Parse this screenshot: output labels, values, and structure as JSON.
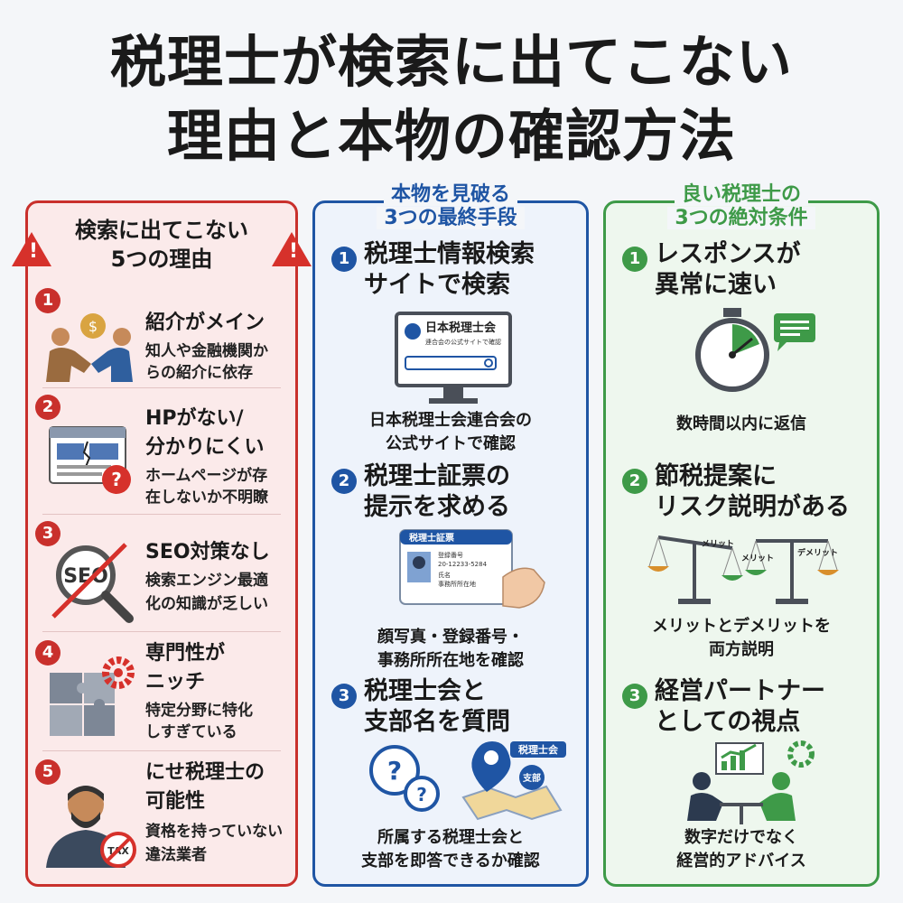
{
  "title": {
    "line1": "税理士が検索に出てこない",
    "line2": "理由と本物の確認方法"
  },
  "left": {
    "heading_line1": "検索に出てこない",
    "heading_line2": "5つの理由",
    "items": [
      {
        "num": "1",
        "title_line1": "紹介がメイン",
        "title_line2": "",
        "desc_line1": "知人や金融機関か",
        "desc_line2": "らの紹介に依存",
        "icon": "handshake-icon"
      },
      {
        "num": "2",
        "title_line1": "HPがない/",
        "title_line2": "分かりにくい",
        "desc_line1": "ホームページが存",
        "desc_line2": "在しないか不明瞭",
        "icon": "broken-website-icon"
      },
      {
        "num": "3",
        "title_line1": "SEO対策なし",
        "title_line2": "",
        "desc_line1": "検索エンジン最適",
        "desc_line2": "化の知識が乏しい",
        "icon": "seo-magnifier-icon",
        "icon_text": "SEO"
      },
      {
        "num": "4",
        "title_line1": "専門性が",
        "title_line2": "ニッチ",
        "desc_line1": "特定分野に特化",
        "desc_line2": "しすぎている",
        "icon": "puzzle-gear-icon"
      },
      {
        "num": "5",
        "title_line1": "にせ税理士の",
        "title_line2": "可能性",
        "desc_line1": "資格を持っていない",
        "desc_line2": "違法業者",
        "icon": "fake-advisor-icon",
        "icon_text": "TAX"
      }
    ]
  },
  "middle": {
    "heading_line1": "本物を見破る",
    "heading_line2": "3つの最終手段",
    "steps": [
      {
        "num": "1",
        "title_line1": "税理士情報検索",
        "title_line2": "サイトで検索",
        "caption_line1": "日本税理士会連合会の",
        "caption_line2": "公式サイトで確認"
      },
      {
        "num": "2",
        "title_line1": "税理士証票の",
        "title_line2": "提示を求める",
        "caption_line1": "顔写真・登録番号・",
        "caption_line2": "事務所所在地を確認"
      },
      {
        "num": "3",
        "title_line1": "税理士会と",
        "title_line2": "支部名を質問",
        "caption_line1": "所属する税理士会と",
        "caption_line2": "支部を即答できるか確認"
      }
    ],
    "site_name": "日本税理士会",
    "site_sub": "連合会の公式サイトで確認",
    "card_header": "税理士証票",
    "card_line1": "登録番号",
    "card_line2": "20-12233-5284",
    "card_line3": "氏名",
    "card_line4": "事務所所在地",
    "map_tag": "税理士会",
    "map_pin_label": "支部"
  },
  "right": {
    "heading_line1": "良い税理士の",
    "heading_line2": "3つの絶対条件",
    "steps": [
      {
        "num": "1",
        "title_line1": "レスポンスが",
        "title_line2": "異常に速い",
        "caption_line1": "数時間以内に返信",
        "caption_line2": ""
      },
      {
        "num": "2",
        "title_line1": "節税提案に",
        "title_line2": "リスク説明がある",
        "caption_line1": "メリットとデメリットを",
        "caption_line2": "両方説明"
      },
      {
        "num": "3",
        "title_line1": "経営パートナー",
        "title_line2": "としての視点",
        "caption_line1": "数字だけでなく",
        "caption_line2": "経営的アドバイス"
      }
    ],
    "scale_merit": "メリット",
    "scale_demerit": "デメリット"
  },
  "colors": {
    "red": "#c9302c",
    "blue": "#1f55a4",
    "green": "#3e9a48"
  }
}
